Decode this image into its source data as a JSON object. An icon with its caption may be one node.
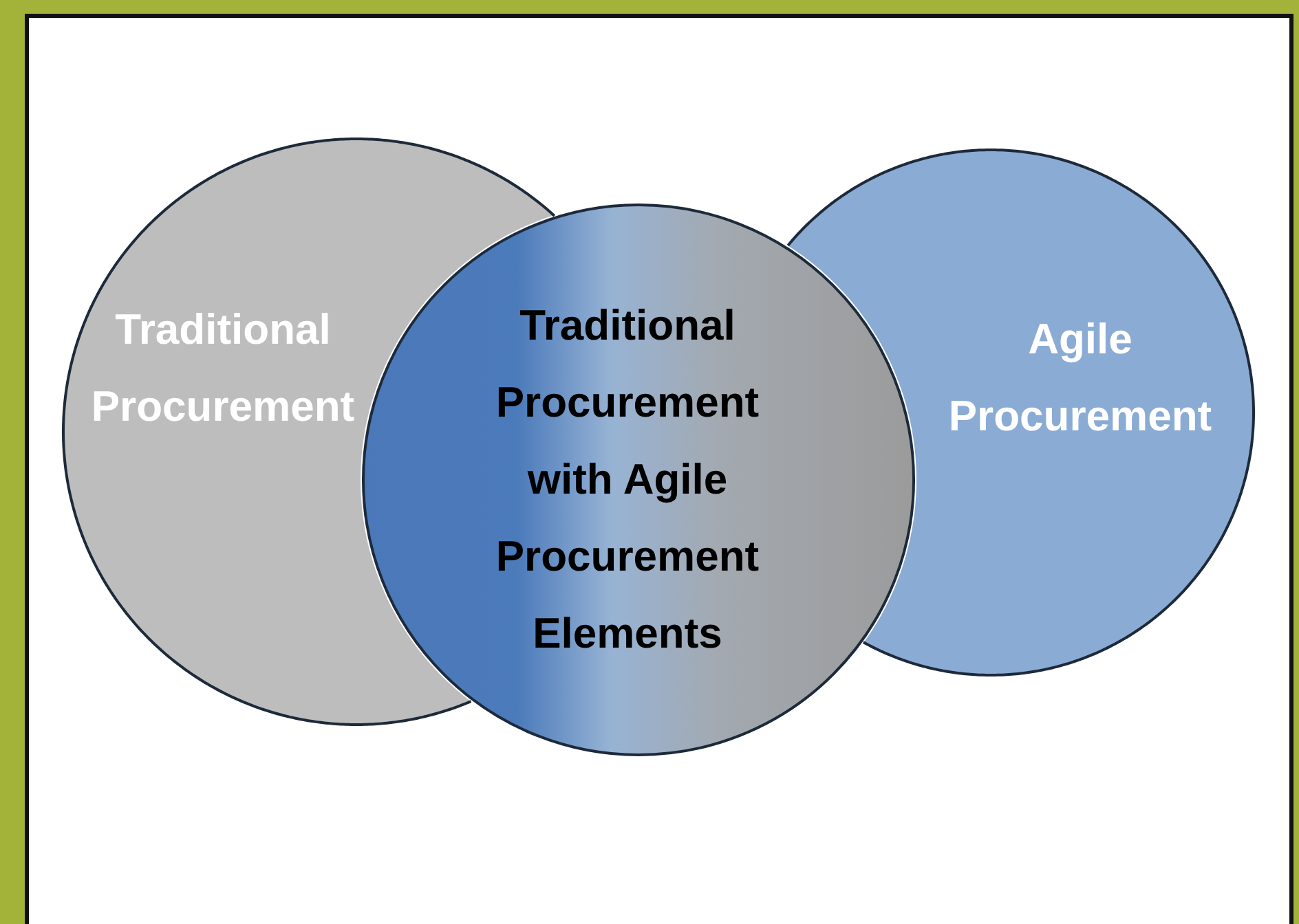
{
  "diagram": {
    "nodes": [
      {
        "text": [
          "Traditional Procurement"
        ]
      },
      {
        "text": [
          "Traditional Procurement with Agile Procurement Elements"
        ]
      },
      {
        "text": [
          "Agile Procurement"
        ]
      }
    ]
  }
}
